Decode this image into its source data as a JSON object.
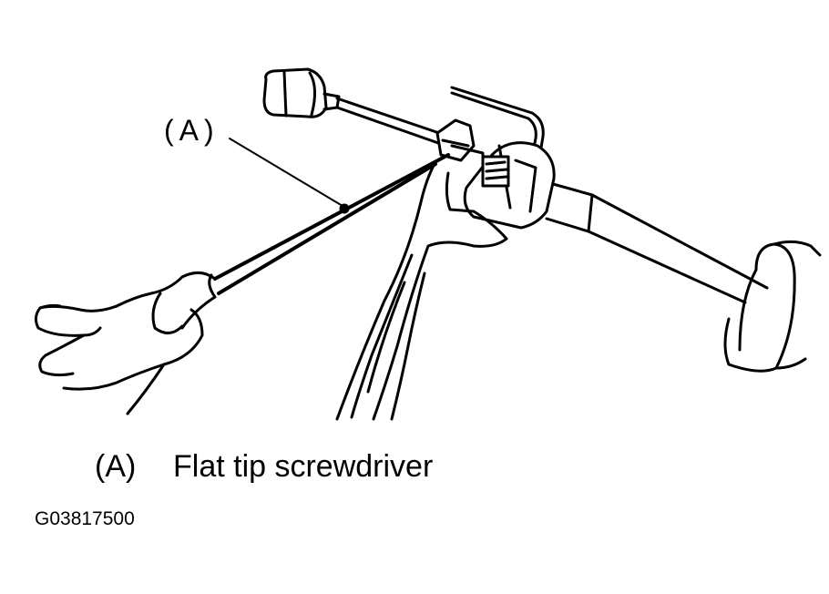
{
  "callout": {
    "letter": "(A)"
  },
  "legend": [
    {
      "key": "(A)",
      "description": "Flat tip screwdriver"
    }
  ],
  "figure_id": "G03817500"
}
